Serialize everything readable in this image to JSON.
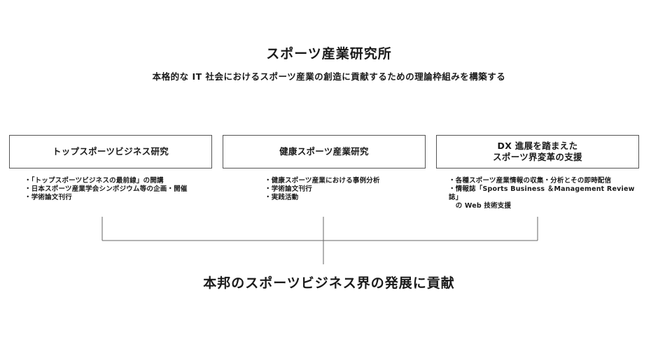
{
  "title": "スポーツ産業研究所",
  "subtitle": "本格的な IT 社会におけるスポーツ産業の創造に貢献するための理論枠組みを構築する",
  "columns": [
    {
      "heading": "トップスポーツビジネス研究",
      "items": [
        "・「トップスポーツビジネスの最前線」の開講",
        "・日本スポーツ産業学会シンポジウム等の企画・開催",
        "・学術論文刊行"
      ]
    },
    {
      "heading": "健康スポーツ産業研究",
      "items": [
        "・健康スポーツ産業における事例分析",
        "・学術論文刊行",
        "・実践活動"
      ]
    },
    {
      "heading": "DX 進展を踏まえた\nスポーツ界変革の支援",
      "items": [
        "・各種スポーツ産業情報の収集・分析とその即時配信",
        "・情報誌「Sports Business ＆Management Review 誌」\n　の Web 技術支援"
      ]
    }
  ],
  "conclusion": "本邦のスポーツビジネス界の発展に貢献"
}
